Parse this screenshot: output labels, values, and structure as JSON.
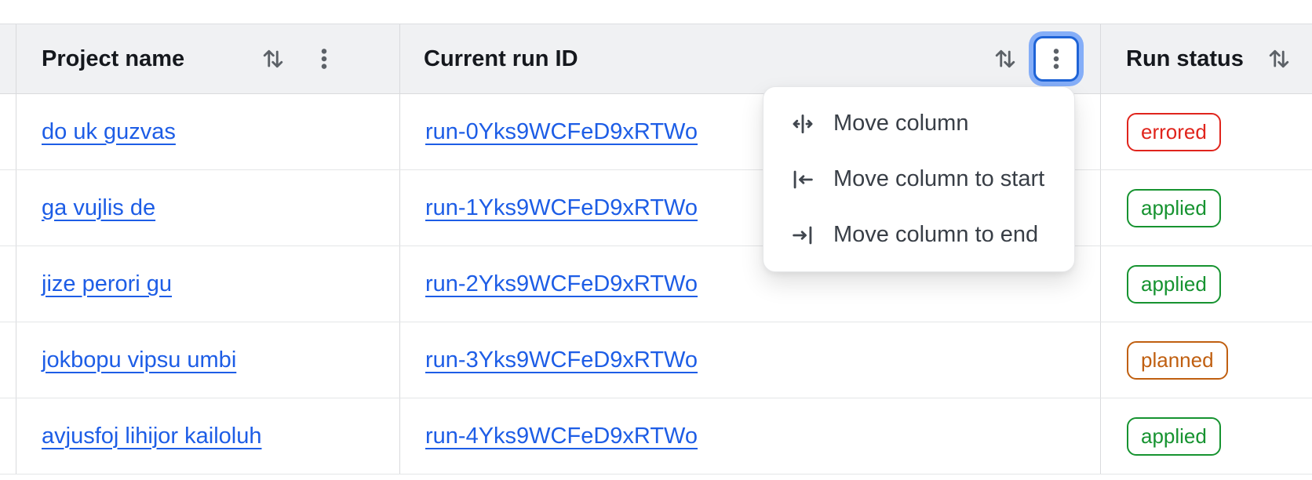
{
  "header": {
    "columns": [
      {
        "label": "Project name",
        "sort_icon": "sort-arrows-icon",
        "menu_icon": "kebab-vertical-icon"
      },
      {
        "label": "Current run ID",
        "sort_icon": "sort-arrows-icon",
        "menu_icon": "kebab-vertical-icon",
        "menu_open": true
      },
      {
        "label": "Run status",
        "sort_icon": "sort-arrows-icon"
      }
    ]
  },
  "menu": {
    "items": [
      {
        "label": "Move column",
        "icon": "move-column-icon"
      },
      {
        "label": "Move column to start",
        "icon": "move-column-to-start-icon"
      },
      {
        "label": "Move column to end",
        "icon": "move-column-to-end-icon"
      }
    ]
  },
  "rows": [
    {
      "project_name": "do uk guzvas",
      "run_id": "run-0Yks9WCFeD9xRTWo",
      "status": "errored"
    },
    {
      "project_name": "ga vujlis de",
      "run_id": "run-1Yks9WCFeD9xRTWo",
      "status": "applied"
    },
    {
      "project_name": "jize perori gu",
      "run_id": "run-2Yks9WCFeD9xRTWo",
      "status": "applied"
    },
    {
      "project_name": "jokbopu vipsu umbi",
      "run_id": "run-3Yks9WCFeD9xRTWo",
      "status": "planned"
    },
    {
      "project_name": "avjusfoj lihijor kailoluh",
      "run_id": "run-4Yks9WCFeD9xRTWo",
      "status": "applied"
    }
  ],
  "colors": {
    "link_blue": "#1d5de6",
    "header_bg": "#f0f1f3",
    "status_errored": "#e0241c",
    "status_applied": "#169330",
    "status_planned": "#c05f10",
    "focus_ring_outer": "#85aef8",
    "focus_ring_border": "#1e63d6",
    "icon_gray": "#5c6167"
  }
}
